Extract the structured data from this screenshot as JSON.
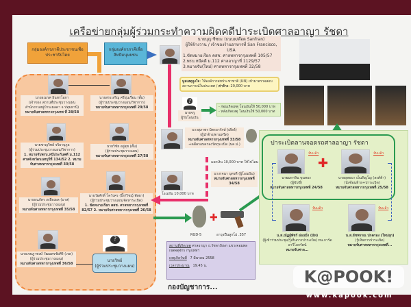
{
  "title": "เครือข่ายกลุ่มผู้ร่วมกระทำความผิดคดีปาระเบิดศาลอาญา รัชดา",
  "groups": {
    "orange": "กลุ่มองค์กรภาคีประชาชนเพื่อประชาธิปไตย",
    "blue": "กลุ่มองค์กรภาคีเพื่อสิทธิมนุษยชน"
  },
  "leader": {
    "name": "นายบุญ ซีซยะ (ธนนท/ต๊อด Sanfran)",
    "role": "ผู้ใช้จ้างวาน / เจ้าของร้านอาหารที่ San Francisco, USA",
    "lines": [
      "1.ขัดหมายเรียก คสช. ศาลทหารกรุงเทพที่ 105/57",
      "2.พรบ.หนีคดี ม.112 ศาลอาญาที่ 1129/57",
      "3.หมายจับ(ใหม่) ศาลทหารกรุงเทพที่ 32/58"
    ]
  },
  "motive": {
    "label": "มูลเหตุจูงใจ",
    "text": ": ให้องค์การสหประชาชาติ (UN) เข้ามาตรวจสอบสถานการณ์ในประเทศ /",
    "pay_label": "ค่าจ้าง",
    "pay": ": 20,000 บาท"
  },
  "unknown_transfer": {
    "name": "นายจรู",
    "role": "ผู้รับโอนเงิน"
  },
  "payments": [
    "- ก่อนเกิดเหตุ โอนเงินให้ 50,000 บาท",
    "- หลังเกิดเหตุ โอนเงินให้ 50,000 บาท"
  ],
  "left_people": [
    {
      "name": "นายธนเรศ อินทรโสภา",
      "role": "(เจ้าของ สถานที่ประชุมวางแผน สำนักงานหมู่บ้านเมลดา จ.ปทุมธานี)",
      "warrant": "หมายจับศาลทหารกรุงเทพ ที่ 28/58"
    },
    {
      "name": "นายสรรเสริญ ศรีอุ่นเรือน (ตั้ม)",
      "role": "(ผู้ร่วมประชุมวางแผน/วิชาการ)",
      "warrant": "หมายจับศาลทหารกรุงเทพที่ 29/58"
    },
    {
      "name": "นายชาญวิทย์ จริยานุกูล",
      "role": "(ผู้ร่วมประชุมวางแผน/วิชาการ)",
      "warrant": "1. หมายจับพรบ.หนีประกันคดี ม.112 ศาลจังหวัดนนทบุรีที่ 134/52 2. หมายจับศาลทหารกรุงเทพที่ 30/58"
    },
    {
      "name": "นายวิชัย อยู่สุข (ตั้ม)",
      "role": "(ผู้ร่วมประชุมวางแผน)",
      "warrant": "หมายจับศาลทหารกรุงเทพที่ 27/58"
    },
    {
      "name": "นายธนภัทร เหลืองผล (บาส)",
      "role": "(ผู้ร่วมประชุมวางแผน)",
      "warrant": "หมายจับศาลทหารกรุงเทพที่ 35/58"
    },
    {
      "name": "นายวัยศักดิ์ โควังคร (บิ๊ก/วิชญ์ พัทยา)",
      "role": "(ผู้ร่วมประชุมวางแผน/จัดหาระเบิด)",
      "warrant": "1. ขัดหมายเรียก คสช. ศาลทหารกรุงเทพที่ 82/57 2. หมายจับศาลทหารกรุงเทพที่ 26/58"
    },
    {
      "name": "นายเจษฎาพงษ์ วัฒนพรชัยศิริ (เจด)",
      "role": "(ผู้ร่วมประชุมวางแผน)",
      "warrant": "หมายจับศาลทหารกรุงเทพที่ 36/58"
    },
    {
      "name": "นายวิทย์",
      "role": "(ผู้ร่วมประชุมวางแผน)",
      "warrant": ""
    }
  ],
  "middle_people": [
    {
      "name": "นางสุภาพร มิตรอารักษ์ (เดียร์)",
      "role": "(ผู้นำจ้าง/ตามหวีด)",
      "warrant": "หมายจับศาลทหารกรุงเทพที่ 33/58",
      "extra": "+คดีครอบครองวัตถุระเบิด (นค.ป.)"
    },
    {
      "name": "นางรจนา บุตรดี (ผู้โอนเงิน)",
      "role": "",
      "warrant": "หมายจับศาลทหารกรุงเทพที่ 34/58"
    }
  ],
  "transfer_note_1": "แลกเงิน 10,000 บาท ให้ไปโอน",
  "transfer_note_2": "โอนเงิน 10,000 บาท",
  "weapons": {
    "grenade": "RGD-5",
    "gun": "อาวุธปืนลูกโม่ .357"
  },
  "incident": {
    "place_label": "สถานที่เกิดเหตุ",
    "place": "ศาลอาญา ถ.รัชดาภิเษก แขวงจอมพล เขตจตุจักร กรุงเทพฯ",
    "date_label": "เหตุเกิดวันที่",
    "date": "7 มีนาคม 2558",
    "time_label": "เวลาประมาณ",
    "time": "19.45 น."
  },
  "bombers": {
    "title": "ปาระเบิดลานจอดรถศาลอาญา รัชดา",
    "arrested": "จับแล้ว",
    "people": [
      {
        "name": "นายมหาหิน ขุนทอง",
        "role": "(ผู้ขับขี่)",
        "warrant": "หมายจับศาลทหารกรุงเทพที่ 24/58"
      },
      {
        "name": "นายยุทธนา เย็นภิญโญ (ลงค์ต้า)",
        "role": "(นั่งซ้อนท้าย+ปาระเบิด)",
        "warrant": "หมายจับศาลทหารกรุงเทพที่ 25/58"
      },
      {
        "name": "น.ส.ณัฏฐ์พัชร์ อ่อนมิ่ง (นัท)",
        "role": "(ผู้เข้าร่วมประชุม/รู้เห็นการปาระเบิด) ทน.การ์ดอาวีโลกรัตน์",
        "warrant": "หมายจับศาล..."
      },
      {
        "name": "น.ส.ธัชพรรณ ปกครอง (ใหม่ยุก)",
        "role": "(รู้เห็นการปาระเบิด)",
        "warrant": "หมายจับศาลทหารกรุงเทพที่..."
      }
    ]
  },
  "footer": "กองบัญชาการ...",
  "watermark": {
    "logo": "K@POOK!",
    "url": "www.kapook.com"
  },
  "colors": {
    "orange": "#f0a23a",
    "blue": "#5ab6d8",
    "pink_arrow": "#e8306a",
    "green_arrow": "#2a9a50",
    "green_area": "#e4f0c8",
    "purple_box": "#d8d0ea"
  }
}
